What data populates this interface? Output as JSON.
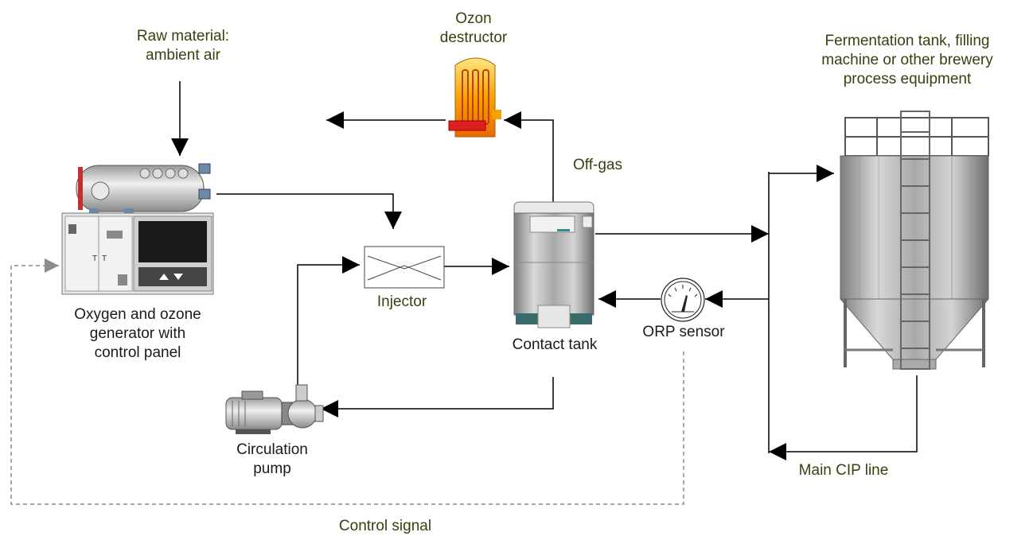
{
  "labels": {
    "raw_material": [
      "Raw material:",
      "ambient air"
    ],
    "ozon_destructor": [
      "Ozon",
      "destructor"
    ],
    "fermentation_tank": [
      "Fermentation tank, filling",
      "machine or other brewery",
      "process equipment"
    ],
    "off_gas": "Off-gas",
    "injector": "Injector",
    "generator": [
      "Oxygen and ozone",
      "generator with",
      "control panel"
    ],
    "contact_tank": "Contact tank",
    "orp_sensor": "ORP sensor",
    "circulation_pump": [
      "Circulation",
      "pump"
    ],
    "main_cip_line": "Main CIP line",
    "control_signal": "Control signal"
  },
  "colors": {
    "line": "#000000",
    "dashed_signal": "#8c8c8c",
    "label_olive": "#3d3d0e",
    "destructor_fill": "#f5b400",
    "destructor_heater": "#e02020",
    "tank_silver": "#b8b8b8",
    "screen_dark": "#1b1b1b"
  }
}
